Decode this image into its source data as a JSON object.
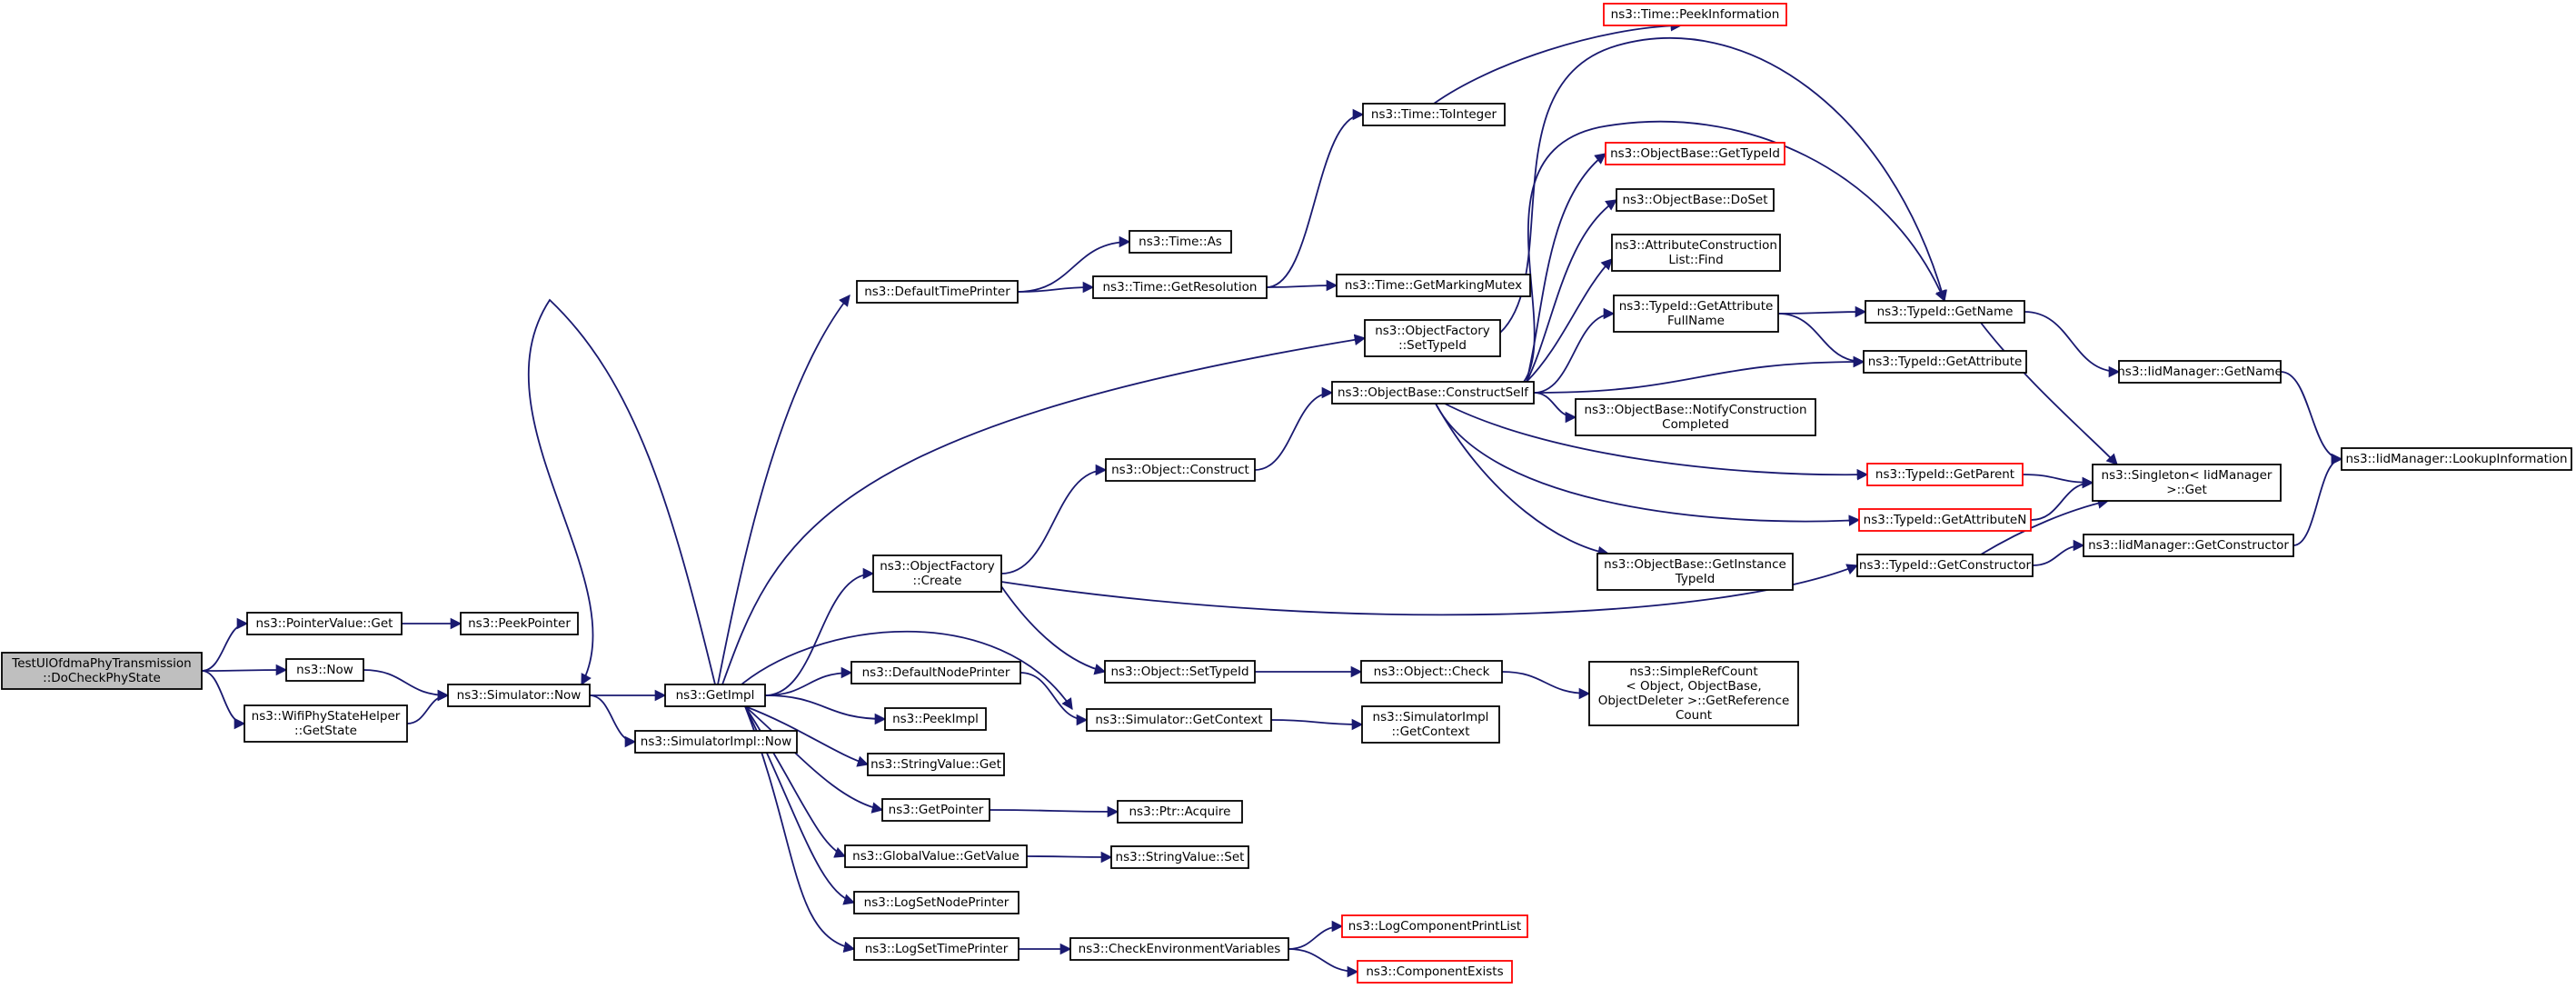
{
  "colors": {
    "edge": "#191970",
    "node_border": "#000000",
    "missing_border": "#ff0000",
    "root_fill": "#bfbfbf",
    "node_fill": "#ffffff"
  },
  "nodes": [
    {
      "id": "root",
      "lines": [
        "TestUlOfdmaPhyTransmission",
        "::DoCheckPhyState"
      ],
      "style": "root"
    },
    {
      "id": "pointervalue_get",
      "lines": [
        "ns3::PointerValue::Get"
      ]
    },
    {
      "id": "now",
      "lines": [
        "ns3::Now"
      ]
    },
    {
      "id": "wifiphystatehelper_getstate",
      "lines": [
        "ns3::WifiPhyStateHelper",
        "::GetState"
      ]
    },
    {
      "id": "peekpointer",
      "lines": [
        "ns3::PeekPointer"
      ]
    },
    {
      "id": "simulator_now",
      "lines": [
        "ns3::Simulator::Now"
      ]
    },
    {
      "id": "getimpl",
      "lines": [
        "ns3::GetImpl"
      ]
    },
    {
      "id": "simulatorimpl_now",
      "lines": [
        "ns3::SimulatorImpl::Now"
      ]
    },
    {
      "id": "defaulttimeprinter",
      "lines": [
        "ns3::DefaultTimePrinter"
      ]
    },
    {
      "id": "objectfactory_create",
      "lines": [
        "ns3::ObjectFactory",
        "::Create"
      ]
    },
    {
      "id": "defaultnodeprinter",
      "lines": [
        "ns3::DefaultNodePrinter"
      ]
    },
    {
      "id": "peekimpl",
      "lines": [
        "ns3::PeekImpl"
      ]
    },
    {
      "id": "stringvalue_get",
      "lines": [
        "ns3::StringValue::Get"
      ]
    },
    {
      "id": "getpointer",
      "lines": [
        "ns3::GetPointer"
      ]
    },
    {
      "id": "globalvalue_getvalue",
      "lines": [
        "ns3::GlobalValue::GetValue"
      ]
    },
    {
      "id": "logsetnodeprinter",
      "lines": [
        "ns3::LogSetNodePrinter"
      ]
    },
    {
      "id": "logsettimeprinter",
      "lines": [
        "ns3::LogSetTimePrinter"
      ]
    },
    {
      "id": "time_as",
      "lines": [
        "ns3::Time::As"
      ]
    },
    {
      "id": "time_getresolution",
      "lines": [
        "ns3::Time::GetResolution"
      ]
    },
    {
      "id": "object_construct",
      "lines": [
        "ns3::Object::Construct"
      ]
    },
    {
      "id": "object_settypeid",
      "lines": [
        "ns3::Object::SetTypeId"
      ]
    },
    {
      "id": "simulator_getcontext",
      "lines": [
        "ns3::Simulator::GetContext"
      ]
    },
    {
      "id": "ptr_acquire",
      "lines": [
        "ns3::Ptr::Acquire"
      ]
    },
    {
      "id": "stringvalue_set",
      "lines": [
        "ns3::StringValue::Set"
      ]
    },
    {
      "id": "checkenvironmentvariables",
      "lines": [
        "ns3::CheckEnvironmentVariables"
      ]
    },
    {
      "id": "time_tointeger",
      "lines": [
        "ns3::Time::ToInteger"
      ]
    },
    {
      "id": "time_getmarkingmutex",
      "lines": [
        "ns3::Time::GetMarkingMutex"
      ]
    },
    {
      "id": "objectfactory_settypeid",
      "lines": [
        "ns3::ObjectFactory",
        "::SetTypeId"
      ]
    },
    {
      "id": "objectbase_constructself",
      "lines": [
        "ns3::ObjectBase::ConstructSelf"
      ]
    },
    {
      "id": "object_check",
      "lines": [
        "ns3::Object::Check"
      ]
    },
    {
      "id": "simulatorimpl_getcontext",
      "lines": [
        "ns3::SimulatorImpl",
        "::GetContext"
      ]
    },
    {
      "id": "logcomponentprintlist",
      "lines": [
        "ns3::LogComponentPrintList"
      ],
      "style": "missing"
    },
    {
      "id": "componentexists",
      "lines": [
        "ns3::ComponentExists"
      ],
      "style": "missing"
    },
    {
      "id": "time_peekinformation",
      "lines": [
        "ns3::Time::PeekInformation"
      ],
      "style": "missing"
    },
    {
      "id": "objectbase_gettypeid",
      "lines": [
        "ns3::ObjectBase::GetTypeId"
      ],
      "style": "missing"
    },
    {
      "id": "objectbase_doset",
      "lines": [
        "ns3::ObjectBase::DoSet"
      ]
    },
    {
      "id": "attributeconstructionlist_find",
      "lines": [
        "ns3::AttributeConstruction",
        "List::Find"
      ]
    },
    {
      "id": "typeid_getattributefullname",
      "lines": [
        "ns3::TypeId::GetAttribute",
        "FullName"
      ]
    },
    {
      "id": "objectbase_notifyconstructioncompleted",
      "lines": [
        "ns3::ObjectBase::NotifyConstruction",
        "Completed"
      ]
    },
    {
      "id": "objectbase_getinstancetypeid",
      "lines": [
        "ns3::ObjectBase::GetInstance",
        "TypeId"
      ]
    },
    {
      "id": "simplerefcount_getreferencecount",
      "lines": [
        "ns3::SimpleRefCount",
        "< Object, ObjectBase,",
        " ObjectDeleter >::GetReference",
        "Count"
      ]
    },
    {
      "id": "typeid_getname",
      "lines": [
        "ns3::TypeId::GetName"
      ]
    },
    {
      "id": "typeid_getattribute",
      "lines": [
        "ns3::TypeId::GetAttribute"
      ]
    },
    {
      "id": "typeid_getparent",
      "lines": [
        "ns3::TypeId::GetParent"
      ],
      "style": "missing"
    },
    {
      "id": "typeid_getattributen",
      "lines": [
        "ns3::TypeId::GetAttributeN"
      ],
      "style": "missing"
    },
    {
      "id": "typeid_getconstructor",
      "lines": [
        "ns3::TypeId::GetConstructor"
      ]
    },
    {
      "id": "iidmanager_getname",
      "lines": [
        "ns3::IidManager::GetName"
      ]
    },
    {
      "id": "singleton_iidmanager_get",
      "lines": [
        "ns3::Singleton< IidManager",
        " >::Get"
      ]
    },
    {
      "id": "iidmanager_getconstructor",
      "lines": [
        "ns3::IidManager::GetConstructor"
      ]
    },
    {
      "id": "iidmanager_lookupinformation",
      "lines": [
        "ns3::IidManager::LookupInformation"
      ]
    }
  ],
  "edges": [
    [
      "root",
      "pointervalue_get"
    ],
    [
      "root",
      "now"
    ],
    [
      "root",
      "wifiphystatehelper_getstate"
    ],
    [
      "pointervalue_get",
      "peekpointer"
    ],
    [
      "now",
      "simulator_now"
    ],
    [
      "wifiphystatehelper_getstate",
      "simulator_now"
    ],
    [
      "simulator_now",
      "getimpl"
    ],
    [
      "simulator_now",
      "simulatorimpl_now"
    ],
    [
      "getimpl",
      "simulator_now"
    ],
    [
      "getimpl",
      "defaulttimeprinter"
    ],
    [
      "getimpl",
      "objectfactory_settypeid"
    ],
    [
      "getimpl",
      "objectfactory_create"
    ],
    [
      "getimpl",
      "simulator_getcontext"
    ],
    [
      "getimpl",
      "defaultnodeprinter"
    ],
    [
      "getimpl",
      "peekimpl"
    ],
    [
      "getimpl",
      "stringvalue_get"
    ],
    [
      "getimpl",
      "getpointer"
    ],
    [
      "getimpl",
      "globalvalue_getvalue"
    ],
    [
      "getimpl",
      "logsetnodeprinter"
    ],
    [
      "getimpl",
      "logsettimeprinter"
    ],
    [
      "defaulttimeprinter",
      "time_as"
    ],
    [
      "defaulttimeprinter",
      "time_getresolution"
    ],
    [
      "time_getresolution",
      "time_tointeger"
    ],
    [
      "time_getresolution",
      "time_getmarkingmutex"
    ],
    [
      "time_tointeger",
      "time_peekinformation"
    ],
    [
      "objectfactory_create",
      "object_construct"
    ],
    [
      "objectfactory_create",
      "object_settypeid"
    ],
    [
      "objectfactory_create",
      "typeid_getconstructor"
    ],
    [
      "object_construct",
      "objectbase_constructself"
    ],
    [
      "objectfactory_settypeid",
      "typeid_getname"
    ],
    [
      "objectbase_constructself",
      "objectbase_gettypeid"
    ],
    [
      "objectbase_constructself",
      "objectbase_doset"
    ],
    [
      "objectbase_constructself",
      "attributeconstructionlist_find"
    ],
    [
      "objectbase_constructself",
      "typeid_getattributefullname"
    ],
    [
      "objectbase_constructself",
      "typeid_getname"
    ],
    [
      "objectbase_constructself",
      "typeid_getattribute"
    ],
    [
      "objectbase_constructself",
      "objectbase_notifyconstructioncompleted"
    ],
    [
      "objectbase_constructself",
      "typeid_getparent"
    ],
    [
      "objectbase_constructself",
      "typeid_getattributen"
    ],
    [
      "objectbase_constructself",
      "objectbase_getinstancetypeid"
    ],
    [
      "typeid_getattributefullname",
      "typeid_getname"
    ],
    [
      "typeid_getattributefullname",
      "typeid_getattribute"
    ],
    [
      "typeid_getname",
      "iidmanager_getname"
    ],
    [
      "typeid_getname",
      "singleton_iidmanager_get"
    ],
    [
      "iidmanager_getname",
      "iidmanager_lookupinformation"
    ],
    [
      "typeid_getparent",
      "singleton_iidmanager_get"
    ],
    [
      "typeid_getattributen",
      "singleton_iidmanager_get"
    ],
    [
      "typeid_getconstructor",
      "singleton_iidmanager_get"
    ],
    [
      "typeid_getconstructor",
      "iidmanager_getconstructor"
    ],
    [
      "iidmanager_getconstructor",
      "iidmanager_lookupinformation"
    ],
    [
      "object_settypeid",
      "object_check"
    ],
    [
      "object_check",
      "simplerefcount_getreferencecount"
    ],
    [
      "defaultnodeprinter",
      "simulator_getcontext"
    ],
    [
      "simulator_getcontext",
      "simulatorimpl_getcontext"
    ],
    [
      "getpointer",
      "ptr_acquire"
    ],
    [
      "globalvalue_getvalue",
      "stringvalue_set"
    ],
    [
      "logsettimeprinter",
      "checkenvironmentvariables"
    ],
    [
      "checkenvironmentvariables",
      "logcomponentprintlist"
    ],
    [
      "checkenvironmentvariables",
      "componentexists"
    ]
  ]
}
